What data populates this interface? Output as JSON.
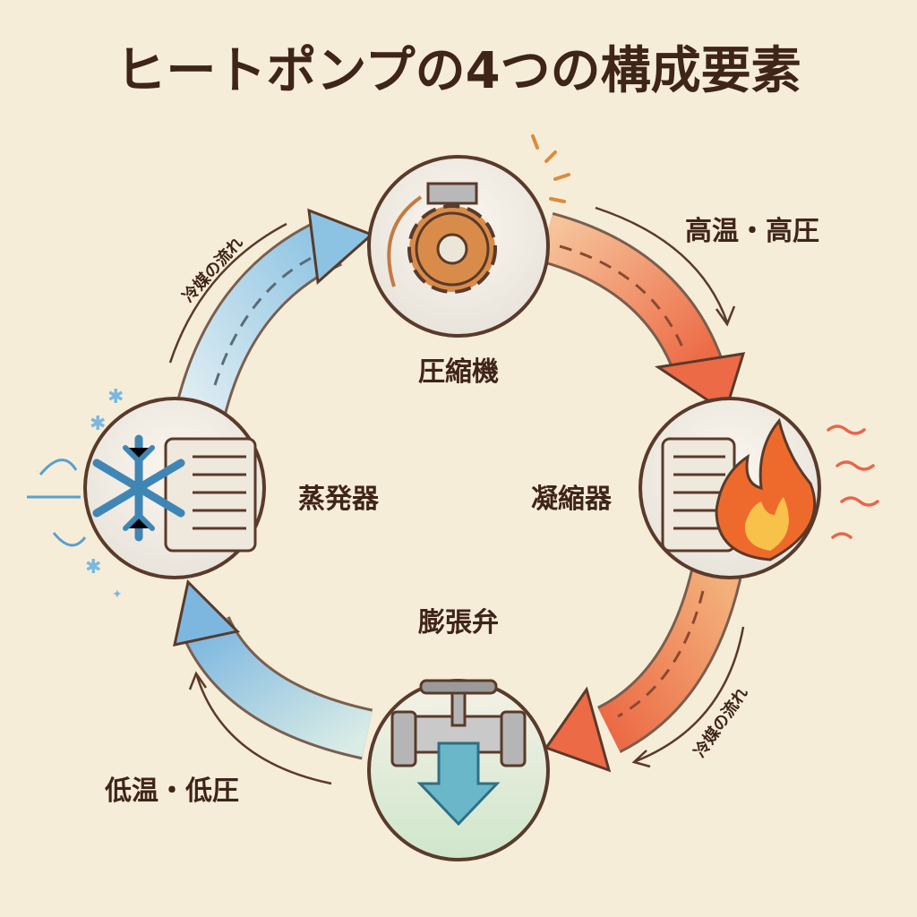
{
  "title": "ヒートポンプの4つの構成要素",
  "components": {
    "compressor": "圧縮機",
    "condenser": "凝縮器",
    "expansion_valve": "膨張弁",
    "evaporator": "蒸発器"
  },
  "states": {
    "high": "高温・高圧",
    "low": "低温・低圧"
  },
  "flow_labels": {
    "top_left": "冷媒の流れ",
    "bottom_right": "冷媒の流れ"
  },
  "colors": {
    "hot": "#ee7a4f",
    "cold": "#8cc3e3",
    "text": "#3f2418",
    "background": "#f6edd9"
  }
}
